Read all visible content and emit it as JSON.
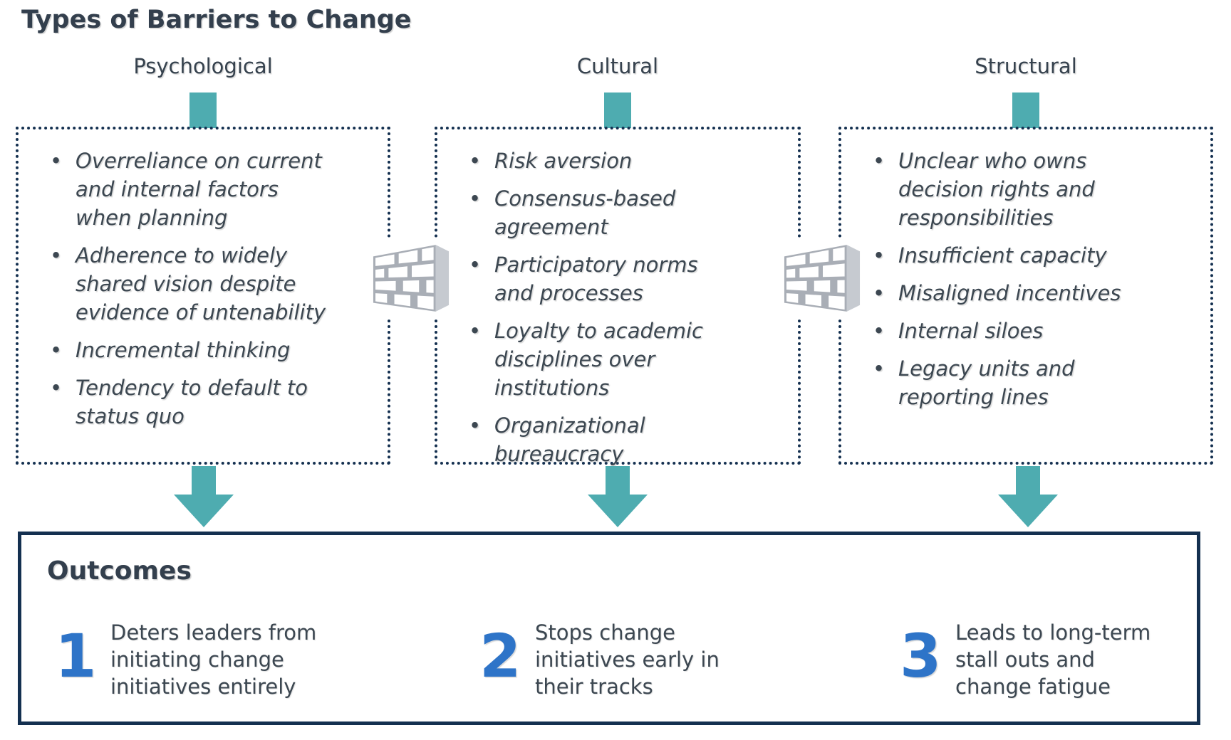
{
  "title": "Types of Barriers to Change",
  "columns": [
    {
      "header": "Psychological",
      "bullets": [
        "Overreliance on current\nand internal factors\nwhen planning",
        "Adherence to widely\nshared vision despite\nevidence of untenability",
        "Incremental thinking",
        "Tendency to default to\nstatus quo"
      ]
    },
    {
      "header": "Cultural",
      "bullets": [
        "Risk aversion",
        "Consensus-based\nagreement",
        "Participatory norms\nand processes",
        "Loyalty to academic\ndisciplines over\ninstitutions",
        "Organizational\nbureaucracy"
      ]
    },
    {
      "header": "Structural",
      "bullets": [
        "Unclear who owns\ndecision rights and\nresponsibilities",
        "Insufficient capacity",
        "Misaligned incentives",
        "Internal siloes",
        "Legacy units and\nreporting lines"
      ]
    }
  ],
  "outcomes": {
    "heading": "Outcomes",
    "items": [
      {
        "number": "1",
        "text": "Deters leaders from\ninitiating change\ninitiatives entirely"
      },
      {
        "number": "2",
        "text": "Stops change\ninitiatives early in\ntheir tracks"
      },
      {
        "number": "3",
        "text": "Leads to long-term\nstall outs and\nchange fatigue"
      }
    ]
  },
  "icons": {
    "between_boxes": "brick-wall-icon",
    "flow": "down-arrow-icon"
  },
  "colors": {
    "teal_accent": "#4eacb0",
    "navy_border": "#143050",
    "number_blue": "#2e74c8",
    "body_text": "#3c4751",
    "heading_text": "#333f4d",
    "wall_gray": "#a9aeb6"
  }
}
